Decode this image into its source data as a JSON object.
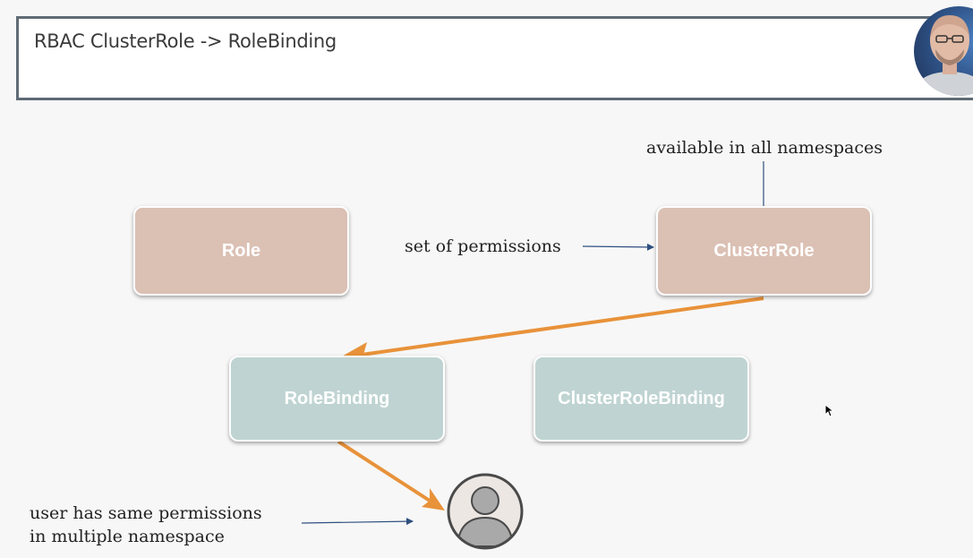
{
  "title": "RBAC ClusterRole -> RoleBinding",
  "nodes": {
    "role": "Role",
    "cluster_role": "ClusterRole",
    "role_binding": "RoleBinding",
    "cluster_role_binding": "ClusterRoleBinding"
  },
  "annotations": {
    "available": "available in all namespaces",
    "permissions": "set of permissions",
    "user_line1": "user has same permissions",
    "user_line2": "in multiple namespace"
  },
  "colors": {
    "role_fill": "#dbc0b4",
    "binding_fill": "#bfd4d2",
    "orange_arrow": "#e8923a",
    "blue_arrow": "#2f4f7f"
  },
  "icons": {
    "user": "user-avatar-icon",
    "presenter": "webcam-presenter",
    "cursor": "mouse-cursor-icon"
  }
}
